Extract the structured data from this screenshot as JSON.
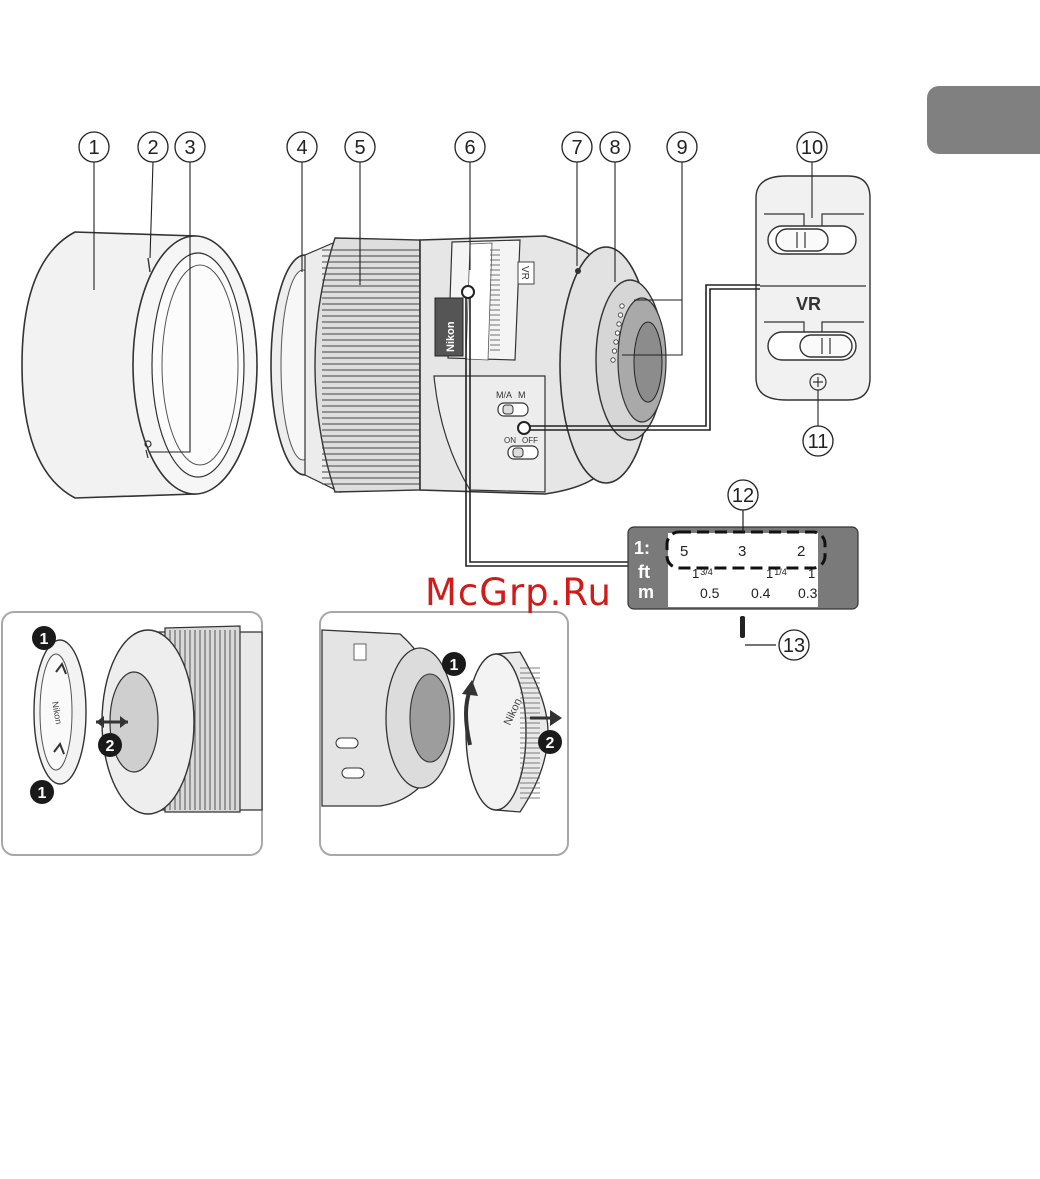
{
  "callouts": [
    "1",
    "2",
    "3",
    "4",
    "5",
    "6",
    "7",
    "8",
    "9",
    "10",
    "11",
    "12",
    "13"
  ],
  "lens_brand": "Nikon",
  "vr_badge": "VR",
  "vr_switch_label": "VR",
  "focus_mode_switch": {
    "left": "M/A",
    "right": "M"
  },
  "vr_power_switch": {
    "left": "ON",
    "right": "OFF"
  },
  "distance_scale": {
    "ratio_label": "1:",
    "ft_label": "ft",
    "m_label": "m",
    "ratio_values": [
      "5",
      "3",
      "2"
    ],
    "ft_values": [
      "1 3/4",
      "1 1/4",
      "1"
    ],
    "ft_whole": [
      "1",
      "1"
    ],
    "ft_fractions": [
      "3/4",
      "1/4"
    ],
    "m_values": [
      "0.5",
      "0.4",
      "0.3"
    ]
  },
  "step_markers": {
    "first": "1",
    "second": "2"
  },
  "watermark": "McGrp.Ru",
  "colors": {
    "tab": "#808080",
    "scale_panel": "#7a7a7a",
    "watermark": "#d11a1a",
    "frame": "#a8a8a8"
  }
}
